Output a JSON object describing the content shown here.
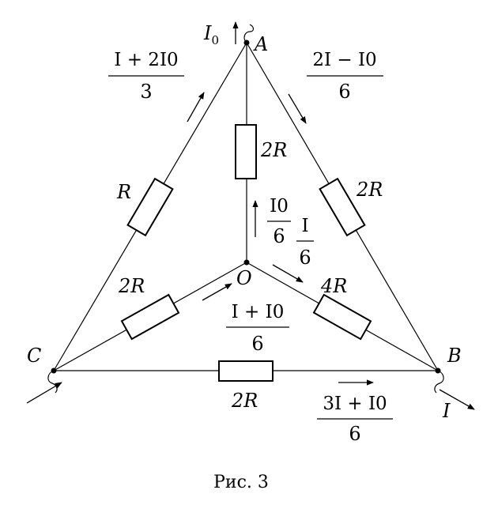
{
  "nodes": {
    "A": "A",
    "B": "B",
    "C": "C",
    "O": "O"
  },
  "resistors": {
    "AO": "2R",
    "AB": "2R",
    "AC": "R",
    "OB": "4R",
    "OC": "2R",
    "CB": "2R"
  },
  "currents": {
    "I0": {
      "main": "I",
      "sub": "0"
    },
    "I": "I"
  },
  "fractions": {
    "CA": {
      "num": "I + 2I0",
      "den": "3"
    },
    "AB": {
      "num": "2I − I0",
      "den": "6"
    },
    "OA": {
      "num": "I0",
      "den": "6"
    },
    "OB": {
      "num": "I",
      "den": "6"
    },
    "CO": {
      "num": "I + I0",
      "den": "6"
    },
    "CB": {
      "num": "3I + I0",
      "den": "6"
    }
  },
  "caption": "Рис. 3"
}
